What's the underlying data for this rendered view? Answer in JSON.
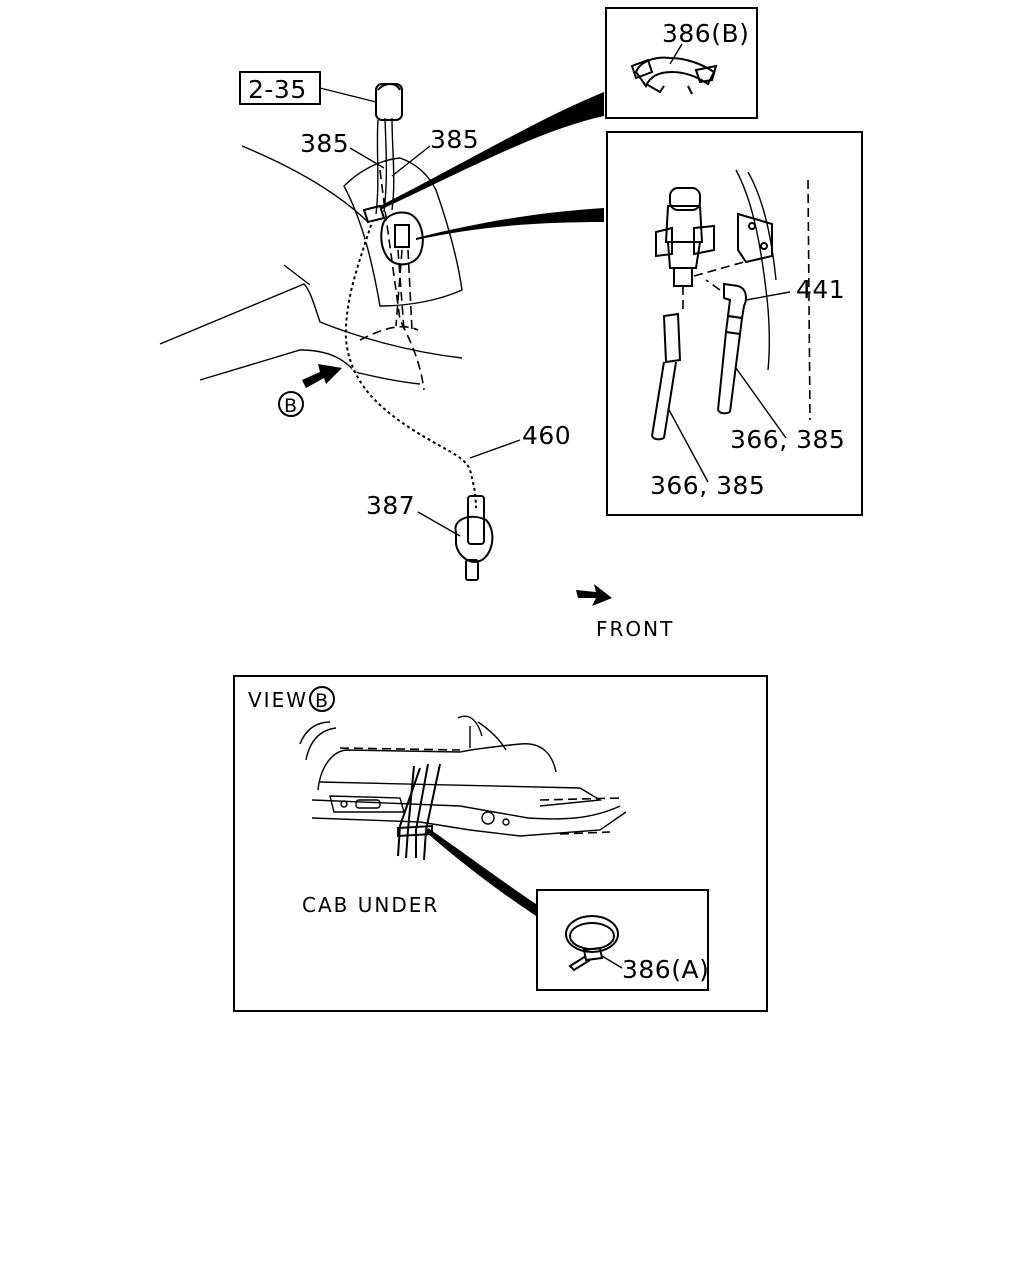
{
  "labels": {
    "ref_box": "2-35",
    "p385_left": "385",
    "p385_right": "385",
    "p386b": "386(B)",
    "p441": "441",
    "p366_385_right": "366, 385",
    "p366_385_left": "366, 385",
    "p460": "460",
    "p387": "387",
    "view_marker": "B",
    "front": "FRONT",
    "view_title": "VIEW",
    "view_marker_inset": "B",
    "cab_under": "CAB UNDER",
    "p386a": "386(A)"
  }
}
